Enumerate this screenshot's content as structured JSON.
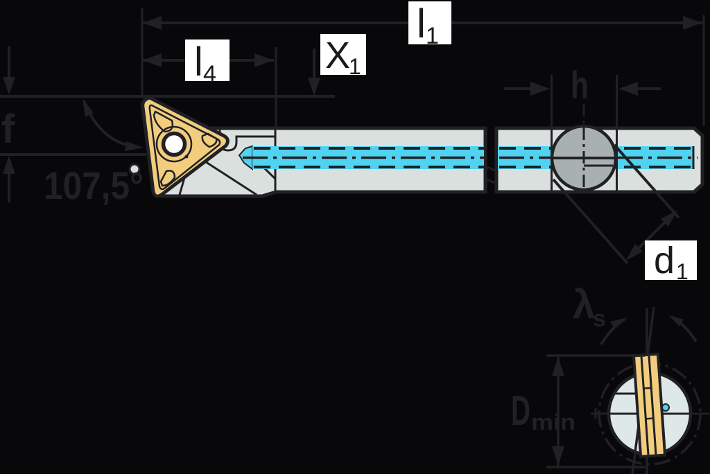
{
  "colors": {
    "bg": "#08080a",
    "ink": "#212125",
    "label-box": "#ffffff",
    "label-ink": "#1a1a1c",
    "steel": "#d9e0de",
    "steel-light": "#dfe8e8",
    "pin-gray": "#a8b0b0",
    "coolant": "#4fd3f1",
    "insert-gold": "#f1cd7d",
    "hole-white": "#ffffff"
  },
  "labels": {
    "l1": {
      "main": "l",
      "sub": "1"
    },
    "l4": {
      "main": "l",
      "sub": "4"
    },
    "x1": {
      "main": "X",
      "sub": "1"
    },
    "h": "h",
    "f": "f",
    "lead_angle": "107,5°",
    "d1": {
      "main": "d",
      "sub": "1"
    },
    "lambda_s": {
      "main": "λ",
      "sub": "s"
    },
    "d_min": {
      "main": "D",
      "sub": "min"
    }
  }
}
